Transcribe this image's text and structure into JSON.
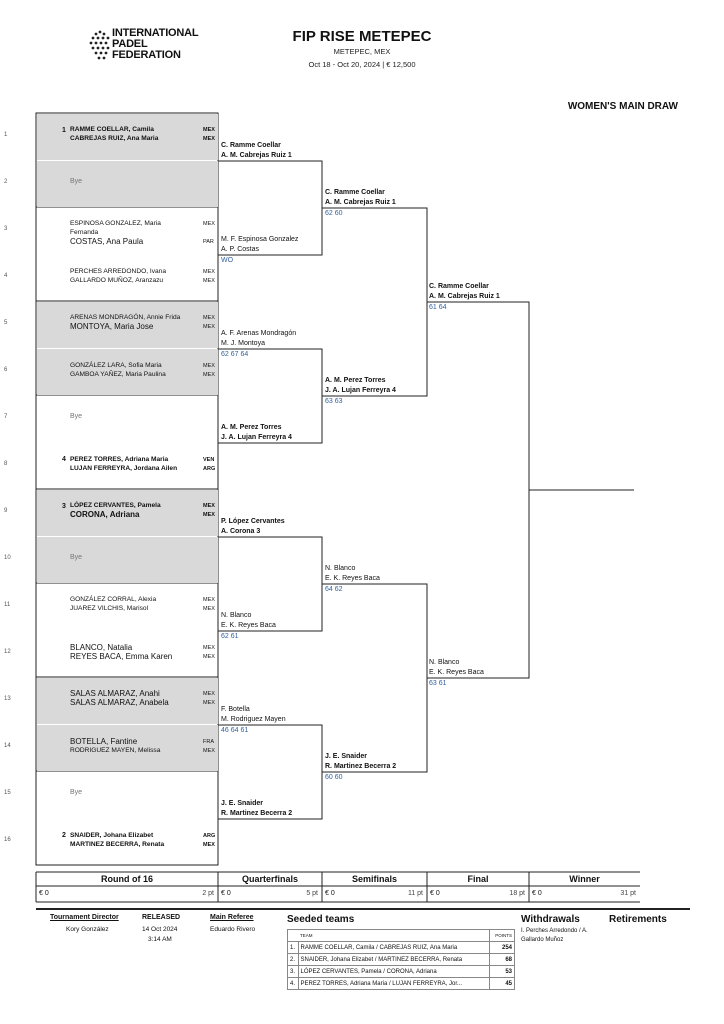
{
  "header": {
    "federation_lines": [
      "INTERNATIONAL",
      "PADEL",
      "FEDERATION"
    ],
    "title": "FIP RISE METEPEC",
    "location": "METEPEC, MEX",
    "dates_prize": "Oct 18 - Oct 20, 2024  |  € 12,500",
    "draw_title": "WOMEN'S MAIN DRAW"
  },
  "slots": [
    {
      "num": "1",
      "seed": "1",
      "grey": true,
      "p1": "RAMME COELLAR, Camila",
      "n1": "MEX",
      "p2": "CABREJAS RUIZ, Ana Maria",
      "n2": "MEX",
      "bold": true
    },
    {
      "num": "2",
      "bye": "Bye",
      "grey": true
    },
    {
      "num": "3",
      "p1": "ESPINOSA GONZALEZ, Maria",
      "p1b": "Fernanda",
      "n1": "MEX",
      "p2": "COSTAS, Ana Paula",
      "n2": "PAR",
      "big2": true
    },
    {
      "num": "4",
      "p1": "PERCHES ARREDONDO, Ivana",
      "n1": "MEX",
      "p2": "GALLARDO MUÑOZ, Aranzazu",
      "n2": "MEX"
    },
    {
      "num": "5",
      "grey": true,
      "p1": "ARENAS MONDRAGÓN, Annie Frida",
      "n1": "MEX",
      "p2": "MONTOYA, Maria Jose",
      "n2": "MEX",
      "big2": true
    },
    {
      "num": "6",
      "grey": true,
      "p1": "GONZÁLEZ LARA, Sofia Maria",
      "n1": "MEX",
      "p2": "GAMBOA YAÑEZ, Maria Paulina",
      "n2": "MEX"
    },
    {
      "num": "7",
      "bye": "Bye"
    },
    {
      "num": "8",
      "seed": "4",
      "p1": "PEREZ TORRES, Adriana Maria",
      "n1": "VEN",
      "p2": "LUJAN FERREYRA, Jordana Ailen",
      "n2": "ARG",
      "bold": true
    },
    {
      "num": "9",
      "seed": "3",
      "grey": true,
      "p1": "LÓPEZ CERVANTES, Pamela",
      "n1": "MEX",
      "p2": "CORONA, Adriana",
      "n2": "MEX",
      "bold": true,
      "big2": true
    },
    {
      "num": "10",
      "bye": "Bye",
      "grey": true
    },
    {
      "num": "11",
      "p1": "GONZÁLEZ CORRAL, Alexia",
      "n1": "MEX",
      "p2": "JUAREZ VILCHIS, Marisol",
      "n2": "MEX"
    },
    {
      "num": "12",
      "p1": "BLANCO, Natalia",
      "n1": "MEX",
      "p2": "REYES BACA, Emma Karen",
      "n2": "MEX",
      "big1": true,
      "big2": true
    },
    {
      "num": "13",
      "grey": true,
      "p1": "SALAS ALMARAZ, Anahi",
      "n1": "MEX",
      "p2": "SALAS ALMARAZ, Anabela",
      "n2": "MEX",
      "big1": true,
      "big2": true
    },
    {
      "num": "14",
      "grey": true,
      "p1": "BOTELLA, Fantine",
      "n1": "FRA",
      "p2": "RODRIGUEZ MAYEN, Melissa",
      "n2": "MEX",
      "big1": true
    },
    {
      "num": "15",
      "bye": "Bye"
    },
    {
      "num": "16",
      "seed": "2",
      "p1": "SNAIDER, Johana Elizabet",
      "n1": "ARG",
      "p2": "MARTINEZ BECERRA, Renata",
      "n2": "MEX",
      "bold": true
    }
  ],
  "r16_winners": [
    {
      "l1": "C. Ramme Coellar",
      "l2": "A. M. Cabrejas Ruiz  1",
      "bold": true,
      "score": ""
    },
    {
      "l1": "M. F. Espinosa Gonzalez",
      "l2": "A. P. Costas",
      "bold": false,
      "score": "WO"
    },
    {
      "l1": "A. F. Arenas Mondragón",
      "l2": "M. J. Montoya",
      "bold": false,
      "score": "62 67 64"
    },
    {
      "l1": "A. M. Perez Torres",
      "l2": "J. A. Lujan Ferreyra  4",
      "bold": true,
      "score": ""
    },
    {
      "l1": "P. López Cervantes",
      "l2": "A. Corona  3",
      "bold": true,
      "score": ""
    },
    {
      "l1": "N. Blanco",
      "l2": "E. K. Reyes Baca",
      "bold": false,
      "score": "62 61"
    },
    {
      "l1": "F. Botella",
      "l2": "M. Rodriguez Mayen",
      "bold": false,
      "score": "46 64 61"
    },
    {
      "l1": "J. E. Snaider",
      "l2": "R. Martinez Becerra  2",
      "bold": true,
      "score": ""
    }
  ],
  "qf_winners": [
    {
      "l1": "C. Ramme Coellar",
      "l2": "A. M. Cabrejas Ruiz  1",
      "bold": true,
      "score": "62 60"
    },
    {
      "l1": "A. M. Perez Torres",
      "l2": "J. A. Lujan Ferreyra  4",
      "bold": true,
      "score": "63 63"
    },
    {
      "l1": "N. Blanco",
      "l2": "E. K. Reyes Baca",
      "bold": false,
      "score": "64 62"
    },
    {
      "l1": "J. E. Snaider",
      "l2": "R. Martinez Becerra  2",
      "bold": true,
      "score": "60 60"
    }
  ],
  "sf_winners": [
    {
      "l1": "C. Ramme Coellar",
      "l2": "A. M. Cabrejas Ruiz  1",
      "bold": true,
      "score": "61 64"
    },
    {
      "l1": "N. Blanco",
      "l2": "E. K. Reyes Baca",
      "bold": false,
      "score": "63 61"
    }
  ],
  "rounds": [
    {
      "label": "Round of 16",
      "money": "€ 0",
      "pts": "2 pt"
    },
    {
      "label": "Quarterfinals",
      "money": "€ 0",
      "pts": "5 pt"
    },
    {
      "label": "Semifinals",
      "money": "€ 0",
      "pts": "11 pt"
    },
    {
      "label": "Final",
      "money": "€ 0",
      "pts": "18 pt"
    },
    {
      "label": "Winner",
      "money": "€ 0",
      "pts": "31 pt"
    }
  ],
  "footer": {
    "td_label": "Tournament Director",
    "td_name": "Kory González",
    "rel_label": "RELEASED",
    "rel_date": "14 Oct 2024",
    "rel_time": "3:14 AM",
    "ref_label": "Main Referee",
    "ref_name": "Eduardo Rivero",
    "seeded_title": "Seeded teams",
    "team_hdr": "TEAM",
    "points_hdr": "POINTS",
    "seeded": [
      {
        "n": "1.",
        "team": "RAMME COELLAR, Camila / CABREJAS RUIZ, Ana Maria",
        "pts": "254"
      },
      {
        "n": "2.",
        "team": "SNAIDER, Johana Elizabet / MARTINEZ BECERRA, Renata",
        "pts": "68"
      },
      {
        "n": "3.",
        "team": "LÓPEZ CERVANTES, Pamela / CORONA, Adriana",
        "pts": "53"
      },
      {
        "n": "4.",
        "team": "PEREZ TORRES, Adriana Maria / LUJAN FERREYRA, Jor...",
        "pts": "45"
      }
    ],
    "withdrawals_title": "Withdrawals",
    "withdrawals_l1": "I. Perches Arredondo / A.",
    "withdrawals_l2": "Gallardo Muñoz",
    "retirements_title": "Retirements"
  }
}
